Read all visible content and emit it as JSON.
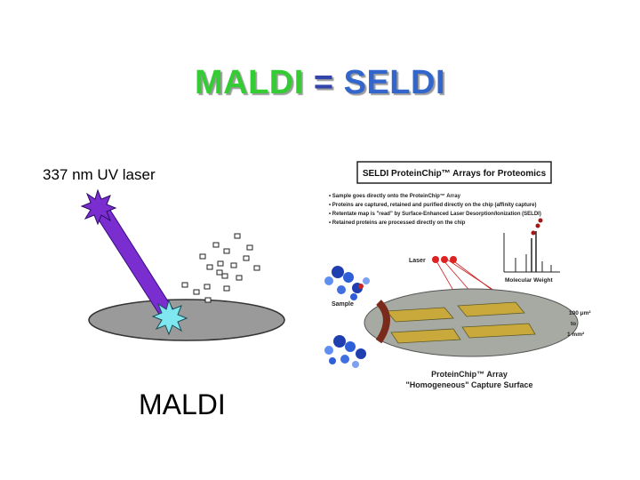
{
  "title": {
    "left": "MALDI",
    "equals": "=",
    "right": "SELDI"
  },
  "maldi": {
    "laser_label": "337 nm UV laser",
    "caption": "MALDI"
  },
  "seldi": {
    "header": "SELDI ProteinChip™ Arrays for Proteomics",
    "bullets": [
      "• Sample goes directly onto the ProteinChip™ Array",
      "• Proteins are captured, retained and purified directly on the chip (affinity capture)",
      "• Retentate map is \"read\" by Surface-Enhanced Laser Desorption/Ionization (SELDI)",
      "• Retained proteins are processed directly on the chip"
    ],
    "laser_label": "Laser",
    "mw_label": "Molecular Weight",
    "sample_label": "Sample",
    "size_label_1": "100 μm²",
    "size_label_2": "to",
    "size_label_3": "1 mm²",
    "array_label": "ProteinChip™ Array",
    "surface_label": "\"Homogeneous\" Capture Surface"
  }
}
